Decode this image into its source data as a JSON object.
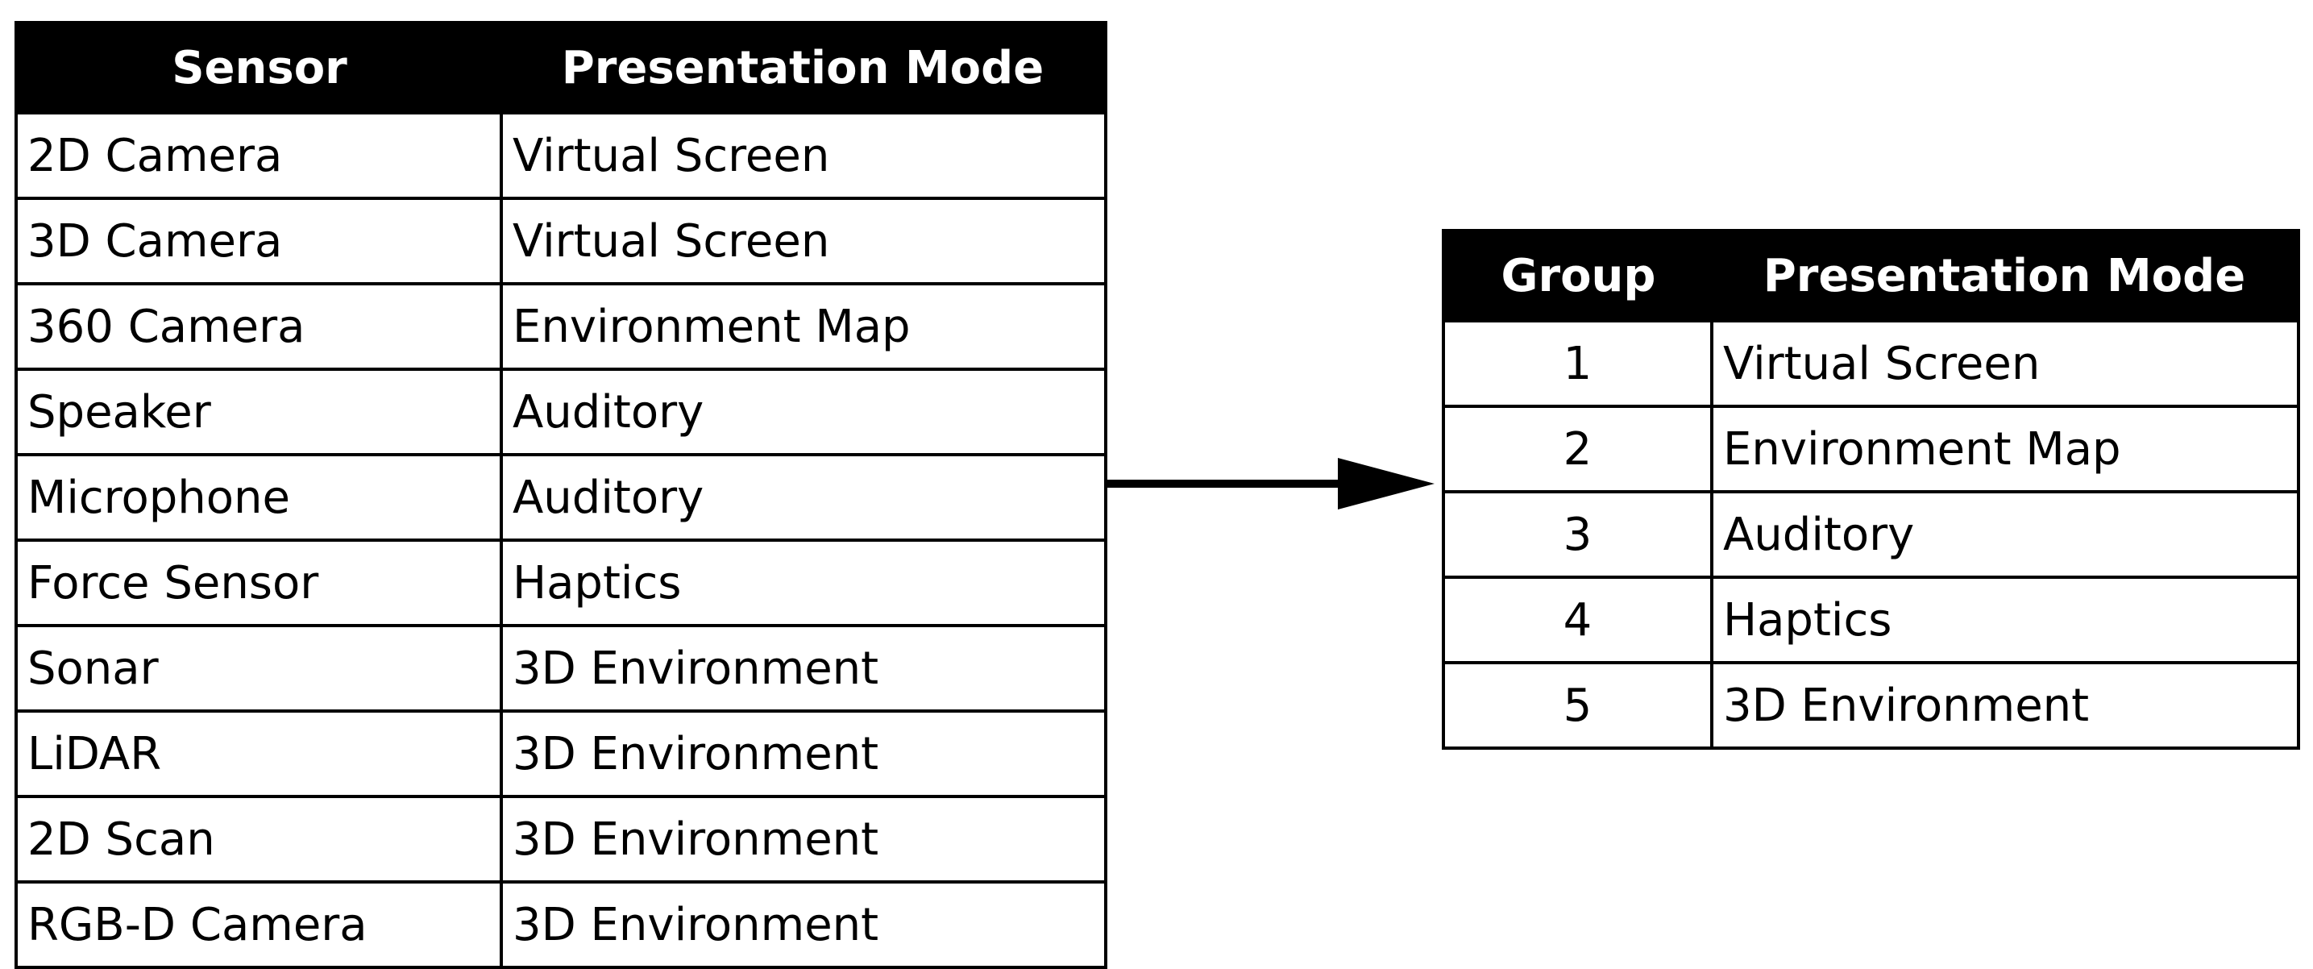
{
  "sensor_table": {
    "headers": [
      "Sensor",
      "Presentation Mode"
    ],
    "rows": [
      [
        "2D Camera",
        "Virtual Screen"
      ],
      [
        "3D Camera",
        "Virtual Screen"
      ],
      [
        "360 Camera",
        "Environment Map"
      ],
      [
        "Speaker",
        "Auditory"
      ],
      [
        "Microphone",
        "Auditory"
      ],
      [
        "Force Sensor",
        "Haptics"
      ],
      [
        "Sonar",
        "3D Environment"
      ],
      [
        "LiDAR",
        "3D Environment"
      ],
      [
        "2D Scan",
        "3D Environment"
      ],
      [
        "RGB-D Camera",
        "3D Environment"
      ]
    ]
  },
  "group_table": {
    "headers": [
      "Group",
      "Presentation Mode"
    ],
    "rows": [
      [
        "1",
        "Virtual Screen"
      ],
      [
        "2",
        "Environment Map"
      ],
      [
        "3",
        "Auditory"
      ],
      [
        "4",
        "Haptics"
      ],
      [
        "5",
        "3D Environment"
      ]
    ]
  },
  "arrow": {
    "icon": "right-arrow-icon",
    "color": "#000000"
  }
}
